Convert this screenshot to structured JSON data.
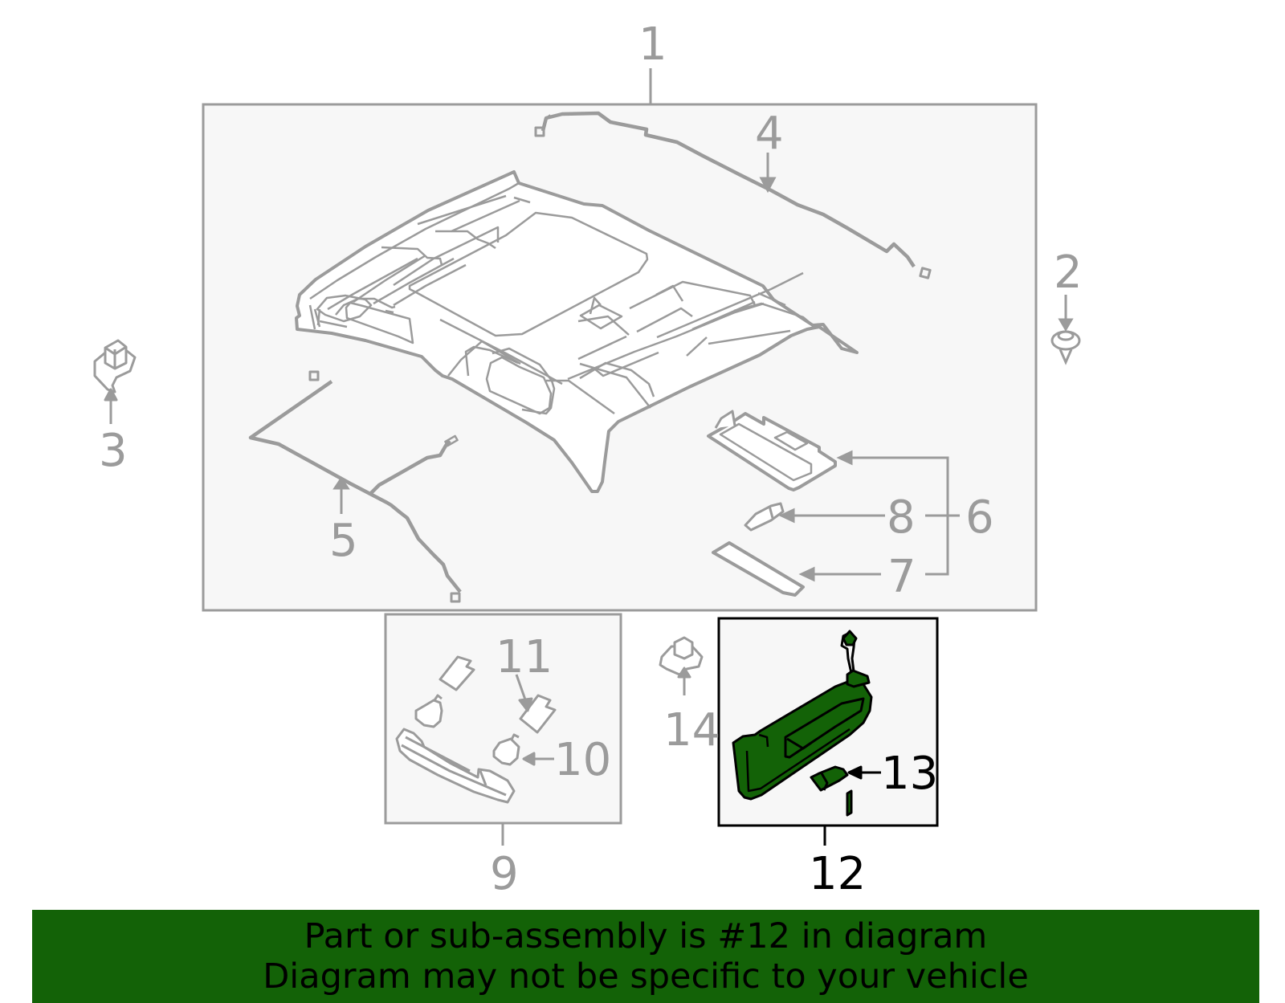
{
  "diagram": {
    "title": "Headliner / Sun Visor parts diagram",
    "colors": {
      "line": "#9b9b9b",
      "panel_fill": "#f7f7f7",
      "highlight_fill": "#136207",
      "highlight_stroke": "#000000",
      "banner_bg": "#136207"
    },
    "callouts": [
      {
        "id": "1",
        "label": "1"
      },
      {
        "id": "2",
        "label": "2"
      },
      {
        "id": "3",
        "label": "3"
      },
      {
        "id": "4",
        "label": "4"
      },
      {
        "id": "5",
        "label": "5"
      },
      {
        "id": "6",
        "label": "6"
      },
      {
        "id": "7",
        "label": "7"
      },
      {
        "id": "8",
        "label": "8"
      },
      {
        "id": "9",
        "label": "9"
      },
      {
        "id": "10",
        "label": "10"
      },
      {
        "id": "11",
        "label": "11"
      },
      {
        "id": "12",
        "label": "12",
        "highlighted": true
      },
      {
        "id": "13",
        "label": "13"
      },
      {
        "id": "14",
        "label": "14"
      }
    ]
  },
  "banner": {
    "line1": "Part or sub-assembly is #12 in diagram",
    "line2": "Diagram may not be specific to your vehicle"
  }
}
